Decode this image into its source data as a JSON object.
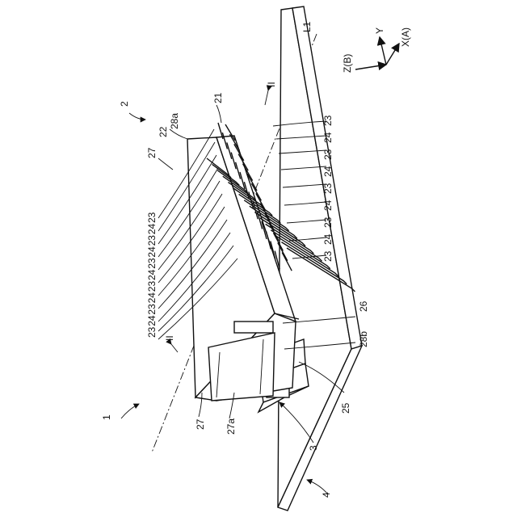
{
  "figure": {
    "reference_numbers": {
      "connector": "1",
      "housing_assembly": "2",
      "board_connector": "3",
      "board": "4",
      "contacts": "21",
      "housing": "22",
      "terminal_23": "23",
      "terminal_24": "24",
      "part_25": "25",
      "part_26": "26",
      "wall": "27",
      "wall_face": "27a",
      "edge_28a": "28a",
      "edge_28b": "28b"
    },
    "axis_line": "L1",
    "section_marks": [
      "II",
      "II"
    ],
    "axes": {
      "x": "X(A)",
      "y": "Y",
      "z": "Z(B)"
    },
    "left_labels": [
      "23",
      "24",
      "23",
      "24",
      "23",
      "24",
      "23",
      "24",
      "23",
      "24",
      "23"
    ],
    "right_labels": [
      "23",
      "24",
      "23",
      "24",
      "23",
      "24",
      "23",
      "24",
      "23"
    ]
  }
}
